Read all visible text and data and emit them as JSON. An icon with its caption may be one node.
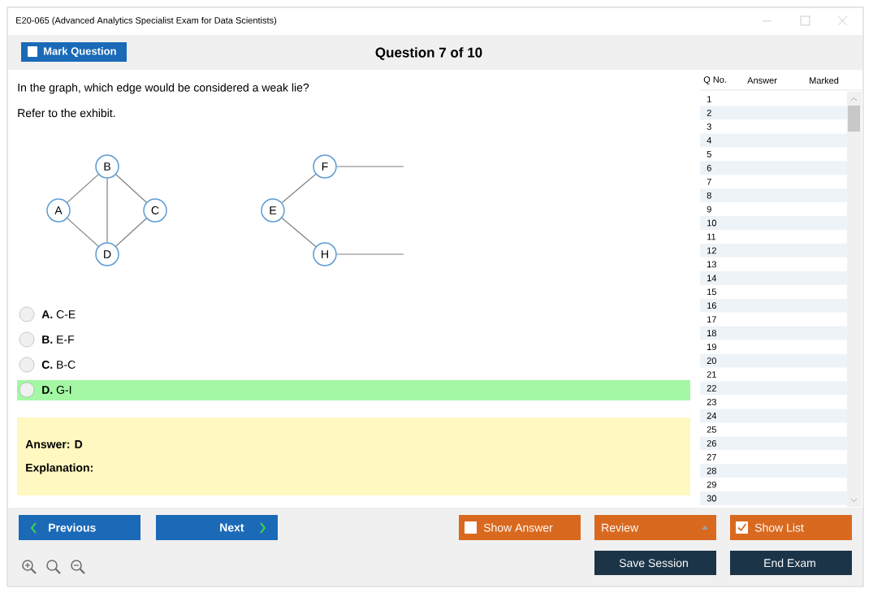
{
  "diagram": {
    "nodes": [
      {
        "text": [
          "A"
        ]
      },
      {
        "text": [
          "B"
        ]
      },
      {
        "text": [
          "C"
        ]
      },
      {
        "text": [
          "D"
        ]
      },
      {
        "text": [
          "E"
        ]
      },
      {
        "text": [
          "F"
        ]
      },
      {
        "text": [
          "H"
        ]
      }
    ],
    "edges": [
      {
        "from": 0,
        "to": 1,
        "arrow": "none"
      },
      {
        "from": 0,
        "to": 3,
        "arrow": "none"
      },
      {
        "from": 1,
        "to": 3,
        "arrow": "none"
      },
      {
        "from": 1,
        "to": 2,
        "arrow": "none"
      },
      {
        "from": 2,
        "to": 3,
        "arrow": "none"
      },
      {
        "from": 4,
        "to": 5,
        "arrow": "none"
      },
      {
        "from": 4,
        "to": 6,
        "arrow": "none"
      },
      {
        "from": 5,
        "to": null,
        "arrow": "none"
      },
      {
        "from": 6,
        "to": null,
        "arrow": "none"
      }
    ],
    "labels": [
      "E20-065 (Advanced Analytics Specialist Exam for Data Scientists)",
      "Mark Question",
      "Question 7 of 10",
      "In the graph, which edge would be considered a weak lie?",
      "Refer to the exhibit.",
      "**A.** C-E",
      "**B.** E-F",
      "**C.** B-C",
      "**D.** G-I",
      "Answer: D",
      "Explanation:",
      "Q No.",
      "Answer",
      "Marked",
      "1",
      "2",
      "3",
      "4",
      "5",
      "6",
      "7",
      "8",
      "9",
      "10",
      "11",
      "12",
      "13",
      "14",
      "15",
      "16",
      "17",
      "18",
      "19",
      "20",
      "21",
      "22",
      "23",
      "24",
      "25",
      "26",
      "27",
      "28",
      "29",
      "30",
      "Previous",
      "Next",
      "Show Answer",
      "Review",
      "Show List",
      "Save Session",
      "End Exam"
    ]
  }
}
